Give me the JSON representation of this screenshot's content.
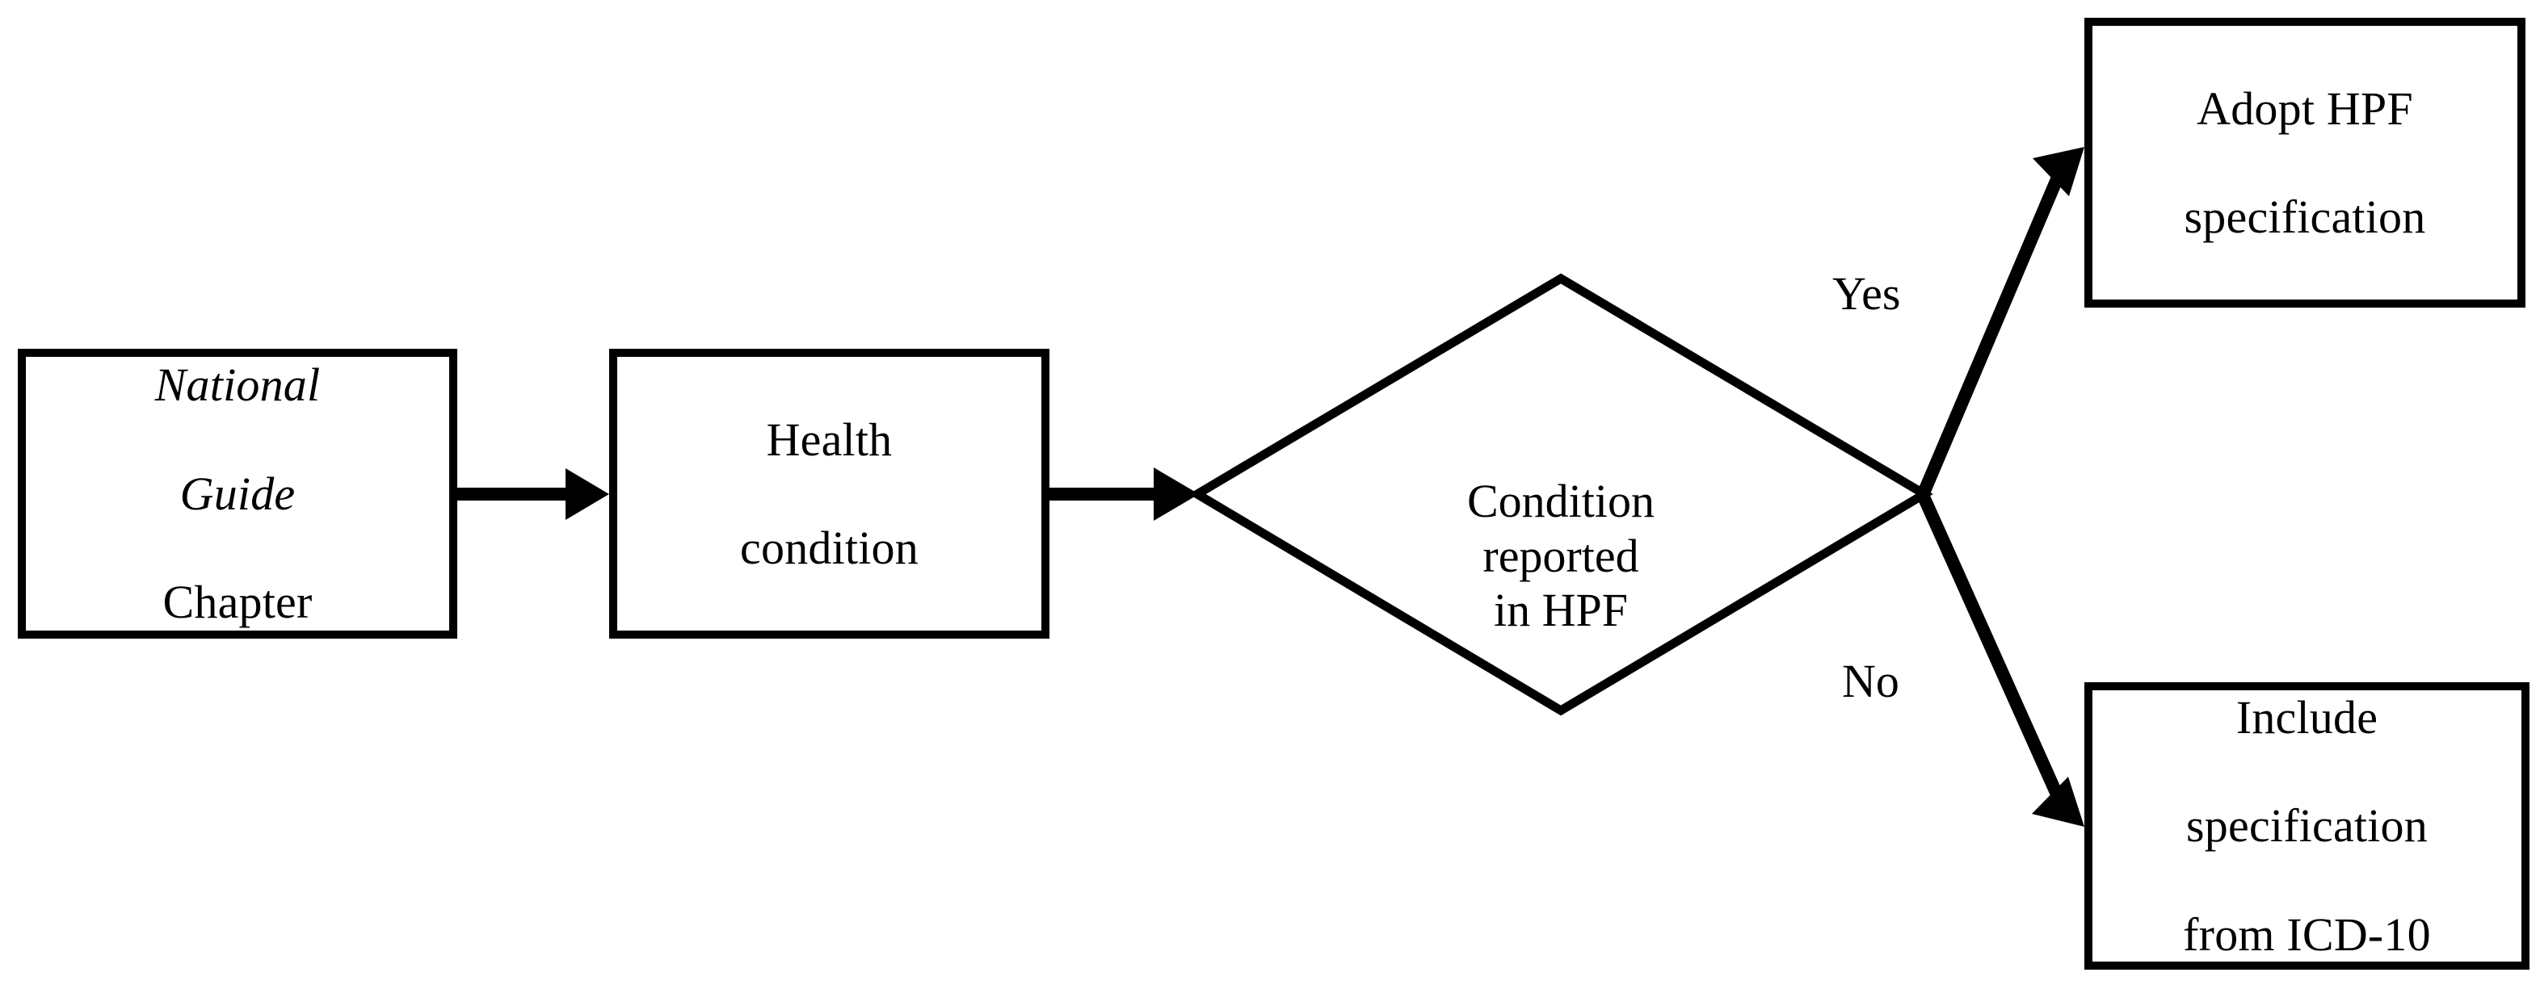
{
  "diagram": {
    "type": "flowchart",
    "orientation": "left-to-right",
    "background_color": "#ffffff",
    "line_color": "#000000",
    "nodes": [
      {
        "id": "national-guide-chapter",
        "shape": "rectangle",
        "lines": [
          "National",
          "Guide",
          "Chapter"
        ],
        "italic_lines": [
          "National",
          "Guide"
        ],
        "text": "National Guide Chapter"
      },
      {
        "id": "health-condition",
        "shape": "rectangle",
        "lines": [
          "Health",
          "condition"
        ],
        "text": "Health\ncondition"
      },
      {
        "id": "condition-reported-in-hpf",
        "shape": "diamond",
        "lines": [
          "Condition",
          "reported",
          "in HPF"
        ],
        "text": "Condition\nreported\nin HPF"
      },
      {
        "id": "adopt-hpf-specification",
        "shape": "rectangle",
        "lines": [
          "Adopt HPF",
          "specification"
        ],
        "text": "Adopt HPF\nspecification"
      },
      {
        "id": "include-specification-from-icd10",
        "shape": "rectangle",
        "lines": [
          "Include",
          "specification",
          "from ICD-10"
        ],
        "text": "Include\nspecification\nfrom ICD-10"
      }
    ],
    "edges": [
      {
        "id": "edge-guide-to-condition",
        "from": "national-guide-chapter",
        "to": "health-condition",
        "label": ""
      },
      {
        "id": "edge-condition-to-decision",
        "from": "health-condition",
        "to": "condition-reported-in-hpf",
        "label": ""
      },
      {
        "id": "edge-decision-yes",
        "from": "condition-reported-in-hpf",
        "to": "adopt-hpf-specification",
        "label": "Yes"
      },
      {
        "id": "edge-decision-no",
        "from": "condition-reported-in-hpf",
        "to": "include-specification-from-icd10",
        "label": "No"
      }
    ],
    "labels": {
      "yes": "Yes",
      "no": "No"
    }
  }
}
